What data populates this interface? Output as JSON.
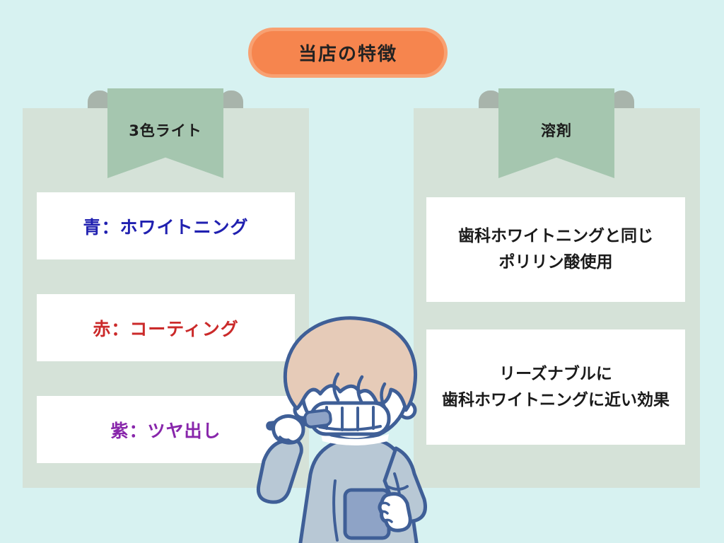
{
  "title": {
    "label": "当店の特徴"
  },
  "colors": {
    "background": "#d7f2f1",
    "accent_orange": "#f6854e",
    "accent_orange_rim": "#f8a172",
    "panel_green": "#d5e2d8",
    "ribbon_green": "#a5c6af",
    "ribbon_tab_gray": "#a8b4ab",
    "text_dark": "#1d1d1d",
    "item_blue": "#2020b0",
    "item_red": "#cb2a2a",
    "item_purple": "#8826ab",
    "illustration_outline": "#3f5f97",
    "hair": "#e6cbb8",
    "sweater": "#b8c8d5",
    "mug": "#8ea3c6"
  },
  "left_panel": {
    "header": "3色ライト",
    "items": [
      {
        "label": "青：ホワイトニング",
        "color": "#2020b0"
      },
      {
        "label": "赤：コーティング",
        "color": "#cb2a2a"
      },
      {
        "label": "紫：ツヤ出し",
        "color": "#8826ab"
      }
    ]
  },
  "right_panel": {
    "header": "溶剤",
    "items": [
      {
        "label": "歯科ホワイトニングと同じ\nポリリン酸使用",
        "color": "#1a1a1a"
      },
      {
        "label": "リーズナブルに\n歯科ホワイトニングに近い効果",
        "color": "#1a1a1a"
      }
    ]
  },
  "illustration": {
    "name": "child-brushing-teeth-holding-mug-illustration"
  }
}
